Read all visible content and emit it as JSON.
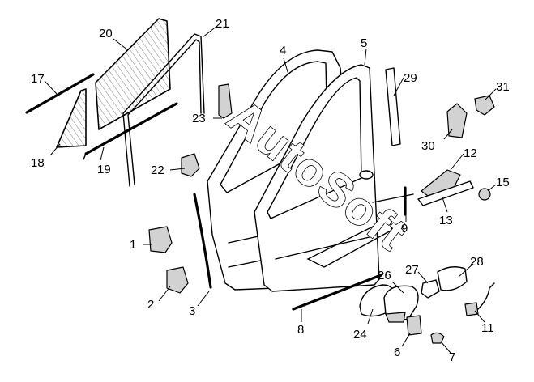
{
  "watermark": "AutoSoft",
  "parts": [
    {
      "n": "1"
    },
    {
      "n": "2"
    },
    {
      "n": "3"
    },
    {
      "n": "4"
    },
    {
      "n": "5"
    },
    {
      "n": "6"
    },
    {
      "n": "7"
    },
    {
      "n": "8"
    },
    {
      "n": "9"
    },
    {
      "n": "11"
    },
    {
      "n": "12"
    },
    {
      "n": "13"
    },
    {
      "n": "15"
    },
    {
      "n": "17"
    },
    {
      "n": "18"
    },
    {
      "n": "19"
    },
    {
      "n": "20"
    },
    {
      "n": "21"
    },
    {
      "n": "22"
    },
    {
      "n": "23"
    },
    {
      "n": "24"
    },
    {
      "n": "26"
    },
    {
      "n": "27"
    },
    {
      "n": "28"
    },
    {
      "n": "29"
    },
    {
      "n": "30"
    },
    {
      "n": "31"
    }
  ]
}
